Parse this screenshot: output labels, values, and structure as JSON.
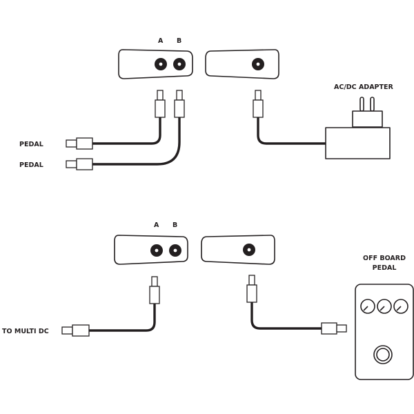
{
  "diagram": {
    "title": "Pedal power and connection diagram",
    "colors": {
      "ink": "#231f20",
      "background": "#ffffff"
    },
    "top_section": {
      "jack_labels": [
        "A",
        "B"
      ],
      "left_labels": [
        "PEDAL",
        "PEDAL"
      ],
      "adapter_label": "AC/DC ADAPTER"
    },
    "bottom_section": {
      "jack_labels": [
        "A",
        "B"
      ],
      "left_label": "TO MULTI DC",
      "pedal_label_line1": "OFF BOARD",
      "pedal_label_line2": "PEDAL",
      "pedal_knob_count": 3
    }
  }
}
